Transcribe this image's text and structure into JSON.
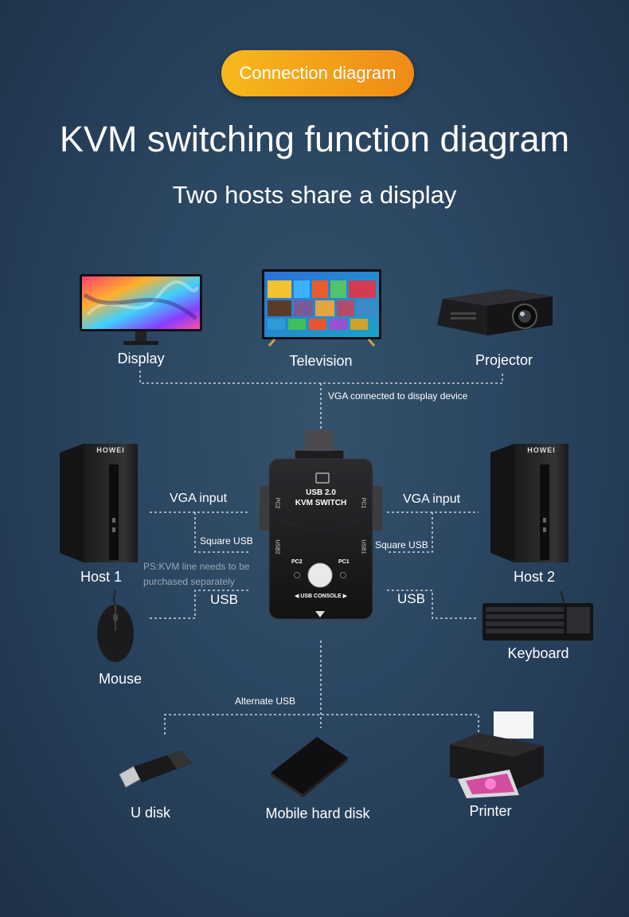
{
  "header": {
    "badge": "Connection diagram",
    "title": "KVM switching function diagram",
    "subtitle": "Two hosts share a display"
  },
  "displays": {
    "display": "Display",
    "television": "Television",
    "projector": "Projector",
    "vga_note": "VGA connected to display device"
  },
  "kvm": {
    "line1": "USB 2.0",
    "line2": "KVM SWITCH",
    "pc1": "PC1",
    "pc2": "PC2",
    "usb1": "USB1",
    "usb2": "USB2",
    "console": "USB CONSOLE"
  },
  "left": {
    "host": "Host 1",
    "brand": "HOWEI",
    "vga_input": "VGA input",
    "square_usb": "Square USB",
    "usb": "USB",
    "mouse": "Mouse",
    "note": "PS:KVM line needs to be purchased separately"
  },
  "right": {
    "host": "Host 2",
    "brand": "HOWEI",
    "vga_input": "VGA input",
    "square_usb": "Square USB",
    "usb": "USB",
    "keyboard": "Keyboard"
  },
  "bottom": {
    "alternate_usb": "Alternate USB",
    "u_disk": "U disk",
    "hard_disk": "Mobile hard disk",
    "printer": "Printer"
  },
  "colors": {
    "badge_start": "#f7b91c",
    "badge_end": "#f08a17",
    "background": "#2a4560",
    "connector_line": "#e6e9ee"
  }
}
